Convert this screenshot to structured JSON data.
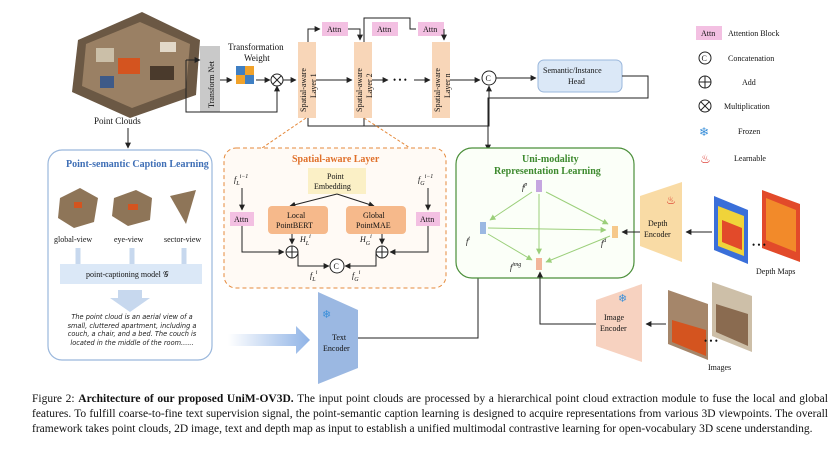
{
  "figure": {
    "point_clouds_label": "Point Clouds",
    "transform_net": "Transform Net",
    "transformation_weight": "Transformation\nWeight",
    "layer1": "Spatial-aware\nLayer 1",
    "layer2": "Spatial-aware\nLayer 2",
    "layern": "Spatial-aware\nLayer n",
    "attn": "Attn",
    "ellipsis": "• • •",
    "semantic_head": "Semantic/Instance\nHead",
    "legend": {
      "attention_block": "Attention Block",
      "concatenation": "Concatenation",
      "add": "Add",
      "multiplication": "Multiplication",
      "frozen": "Frozen",
      "learnable": "Learnable"
    },
    "caption_learning": {
      "title": "Point-semantic Caption Learning",
      "views": [
        "global-view",
        "eye-view",
        "sector-view"
      ],
      "model": "point-captioning model 𝒢",
      "generated_caption": "The point cloud is an aerial view of a small, cluttered apartment, including a couch, a chair, and a bed. The couch is located in the middle of the room......"
    },
    "spatial_layer": {
      "title": "Spatial-aware Layer",
      "point_embedding": "Point\nEmbedding",
      "local": "Local\nPointBERT",
      "global": "Global\nPointMAE",
      "f_l_prev": "f_L^{i−1}",
      "f_g_prev": "f_G^{i−1}",
      "h_l": "H_L^i",
      "h_g": "H_G^i",
      "f_l": "f_L^i",
      "f_g": "f_G^i"
    },
    "unimodality": {
      "title": "Uni-modality\nRepresentation Learning",
      "fp": "f^p",
      "ft": "f^t",
      "fd": "f^d",
      "fimg": "f^img"
    },
    "text_encoder": "Text\nEncoder",
    "depth_encoder": "Depth\nEncoder",
    "image_encoder": "Image\nEncoder",
    "depth_maps": "Depth Maps",
    "images": "Images"
  },
  "caption": {
    "prefix": "Figure 2: ",
    "bold": "Architecture of our proposed UniM-OV3D.",
    "text": " The input point clouds are processed by a hierarchical point cloud extraction module to fuse the local and global features. To fulfill coarse-to-fine text supervision signal, the point-semantic caption learning is designed to acquire representations from various 3D viewpoints. The overall framework takes point clouds, 2D image, text and depth map as input to establish a unified multimodal contrastive learning for open-vocabulary 3D scene understanding."
  }
}
